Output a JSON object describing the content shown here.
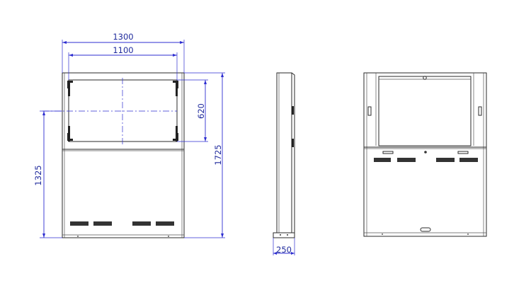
{
  "dimensions": {
    "overall_width": "1300",
    "screen_width": "1100",
    "screen_height": "620",
    "overall_height": "1725",
    "lower_height": "1325",
    "depth": "250"
  },
  "colors": {
    "dimension": "#2d2dd0",
    "dimension_text": "#1f2a9c",
    "outline": "#2a2a2a"
  }
}
